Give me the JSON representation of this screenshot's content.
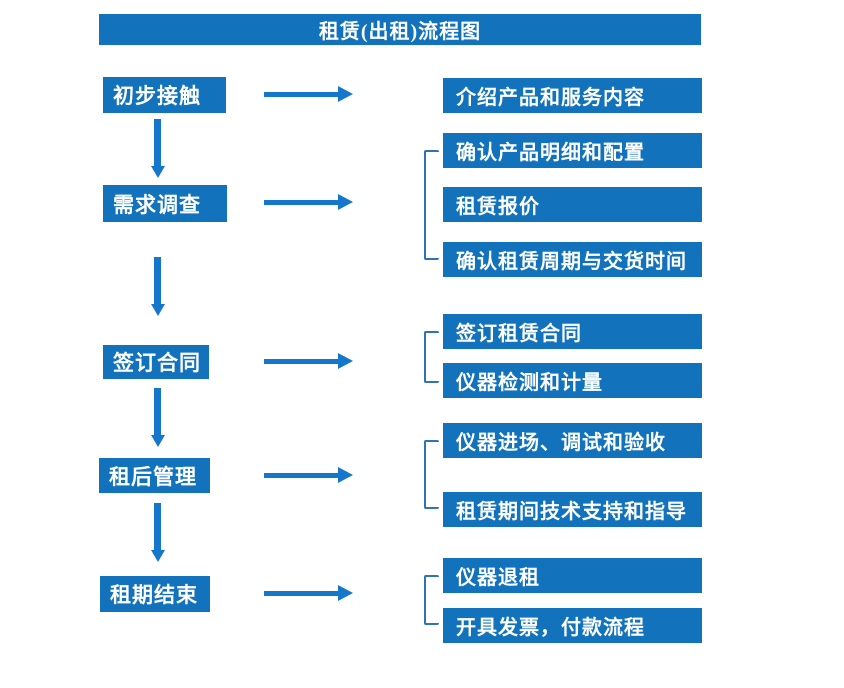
{
  "title": "租赁(出租)流程图",
  "colors": {
    "box_blue": "#1272BC",
    "arrow_blue": "#1577CB",
    "bracket_blue": "#2E74B5",
    "text_white": "#FFFFFF",
    "background": "#FFFFFF"
  },
  "stages": [
    {
      "label": "初步接触",
      "details": [
        "介绍产品和服务内容"
      ]
    },
    {
      "label": "需求调查",
      "details": [
        "确认产品明细和配置",
        "租赁报价",
        "确认租赁周期与交货时间"
      ]
    },
    {
      "label": "签订合同",
      "details": [
        "签订租赁合同",
        "仪器检测和计量"
      ]
    },
    {
      "label": "租后管理",
      "details": [
        "仪器进场、调试和验收",
        "租赁期间技术支持和指导"
      ]
    },
    {
      "label": "租期结束",
      "details": [
        "仪器退租",
        "开具发票，付款流程"
      ]
    }
  ]
}
